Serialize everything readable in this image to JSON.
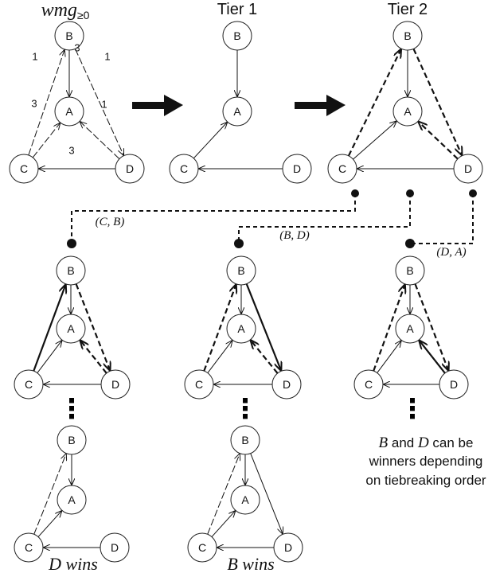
{
  "titles": {
    "wmg_base": "wmg",
    "wmg_sub": "≥0",
    "tier1": "Tier 1",
    "tier2": "Tier 2"
  },
  "nodes": {
    "A": "A",
    "B": "B",
    "C": "C",
    "D": "D"
  },
  "weights": {
    "CB": "1",
    "BA": "3",
    "BD": "1",
    "CA": "3",
    "DA": "1",
    "DC": "3"
  },
  "pairs": {
    "cb": "(C, B)",
    "bd": "(B, D)",
    "da": "(D, A)"
  },
  "results": {
    "left": "D wins",
    "middle": "B wins",
    "right_line1_var1": "B",
    "right_line1_mid": " and ",
    "right_line1_var2": "D",
    "right_line1_tail": " can be",
    "right_line2": "winners depending",
    "right_line3": "on tiebreaking order"
  },
  "ellipsis": "⋮",
  "colors": {
    "ink": "#111111",
    "background": "#ffffff"
  }
}
